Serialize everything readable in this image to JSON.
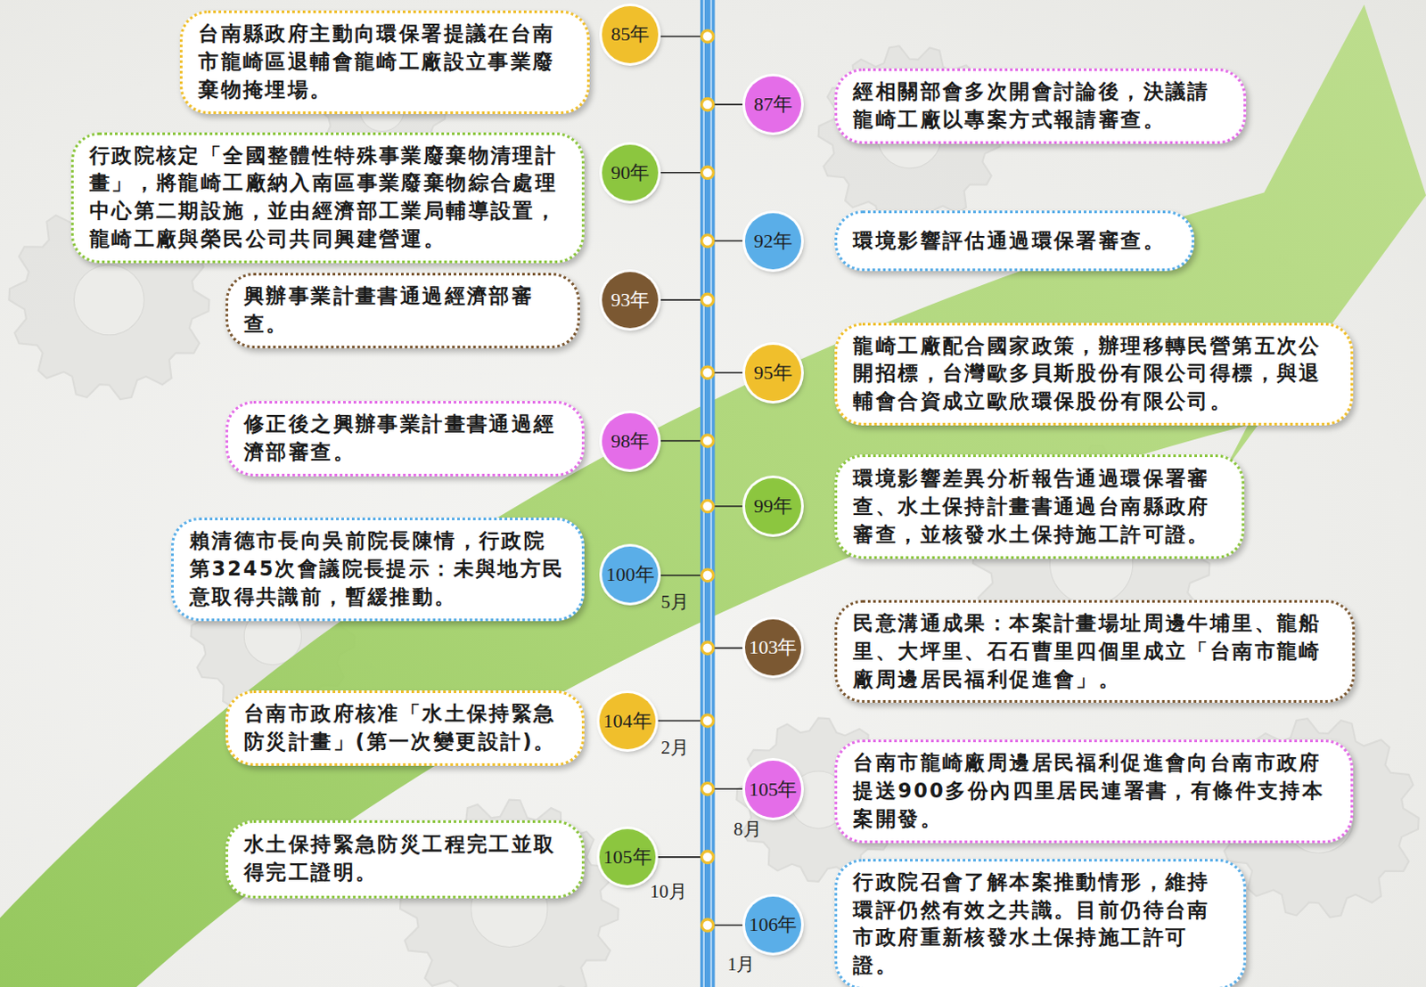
{
  "diagram": {
    "nodes": [
      {
        "text": [
          "台南縣政府主動向環保署提議在台南市龍崎區退輔會龍崎工廠設立事業廢棄物掩埋場。"
        ]
      },
      {
        "text": [
          "85年"
        ]
      },
      {
        "text": [
          "87年"
        ]
      },
      {
        "text": [
          "經相關部會多次開會討論後，決議請龍崎工廠以專案方式報請審查。"
        ]
      },
      {
        "text": [
          "行政院核定「全國整體性特殊事業廢棄物清理計畫」，將龍崎工廠納入南區事業廢棄物綜合處理中心第二期設施，並由經濟部工業局輔導設置，龍崎工廠與榮民公司共同興建營運。"
        ]
      },
      {
        "text": [
          "90年"
        ]
      },
      {
        "text": [
          "92年"
        ]
      },
      {
        "text": [
          "環境影響評估通過環保署審查。"
        ]
      },
      {
        "text": [
          "興辦事業計畫書通過經濟部審查。"
        ]
      },
      {
        "text": [
          "93年"
        ]
      },
      {
        "text": [
          "95年"
        ]
      },
      {
        "text": [
          "龍崎工廠配合國家政策，辦理移轉民營第五次公開招標，台灣歐多貝斯股份有限公司得標，與退輔會合資成立歐欣環保股份有限公司。"
        ]
      },
      {
        "text": [
          "修正後之興辦事業計畫書通過經濟部審查。"
        ]
      },
      {
        "text": [
          "98年"
        ]
      },
      {
        "text": [
          "99年"
        ]
      },
      {
        "text": [
          "環境影響差異分析報告通過環保署審查、水土保持計畫書通過台南縣政府審查，並核發水土保持施工許可證。"
        ]
      },
      {
        "text": [
          "賴清德市長向吳前院長陳情，行政院第3245次會議院長提示：未與地方民意取得共識前，暫緩推動。"
        ]
      },
      {
        "text": [
          "100年",
          "5月"
        ]
      },
      {
        "text": [
          "103年"
        ]
      },
      {
        "text": [
          "民意溝通成果：本案計畫場址周邊牛埔里、龍船里、大坪里、石石曹里四個里成立「台南市龍崎廠周邊居民福利促進會」。"
        ]
      },
      {
        "text": [
          "台南市政府核准「水土保持緊急防災計畫」(第一次變更設計)。"
        ]
      },
      {
        "text": [
          "104年",
          "2月"
        ]
      },
      {
        "text": [
          "105年",
          "8月"
        ]
      },
      {
        "text": [
          "台南市龍崎廠周邊居民福利促進會向台南市政府提送900多份內四里居民連署書，有條件支持本案開發。"
        ]
      },
      {
        "text": [
          "水土保持緊急防災工程完工並取得完工證明。"
        ]
      },
      {
        "text": [
          "105年",
          "10月"
        ]
      },
      {
        "text": [
          "106年",
          "1月"
        ]
      },
      {
        "text": [
          "行政院召會了解本案推動情形，維持環評仍然有效之共識。目前仍待台南市政府重新核發水土保持施工許可證。"
        ]
      }
    ]
  }
}
